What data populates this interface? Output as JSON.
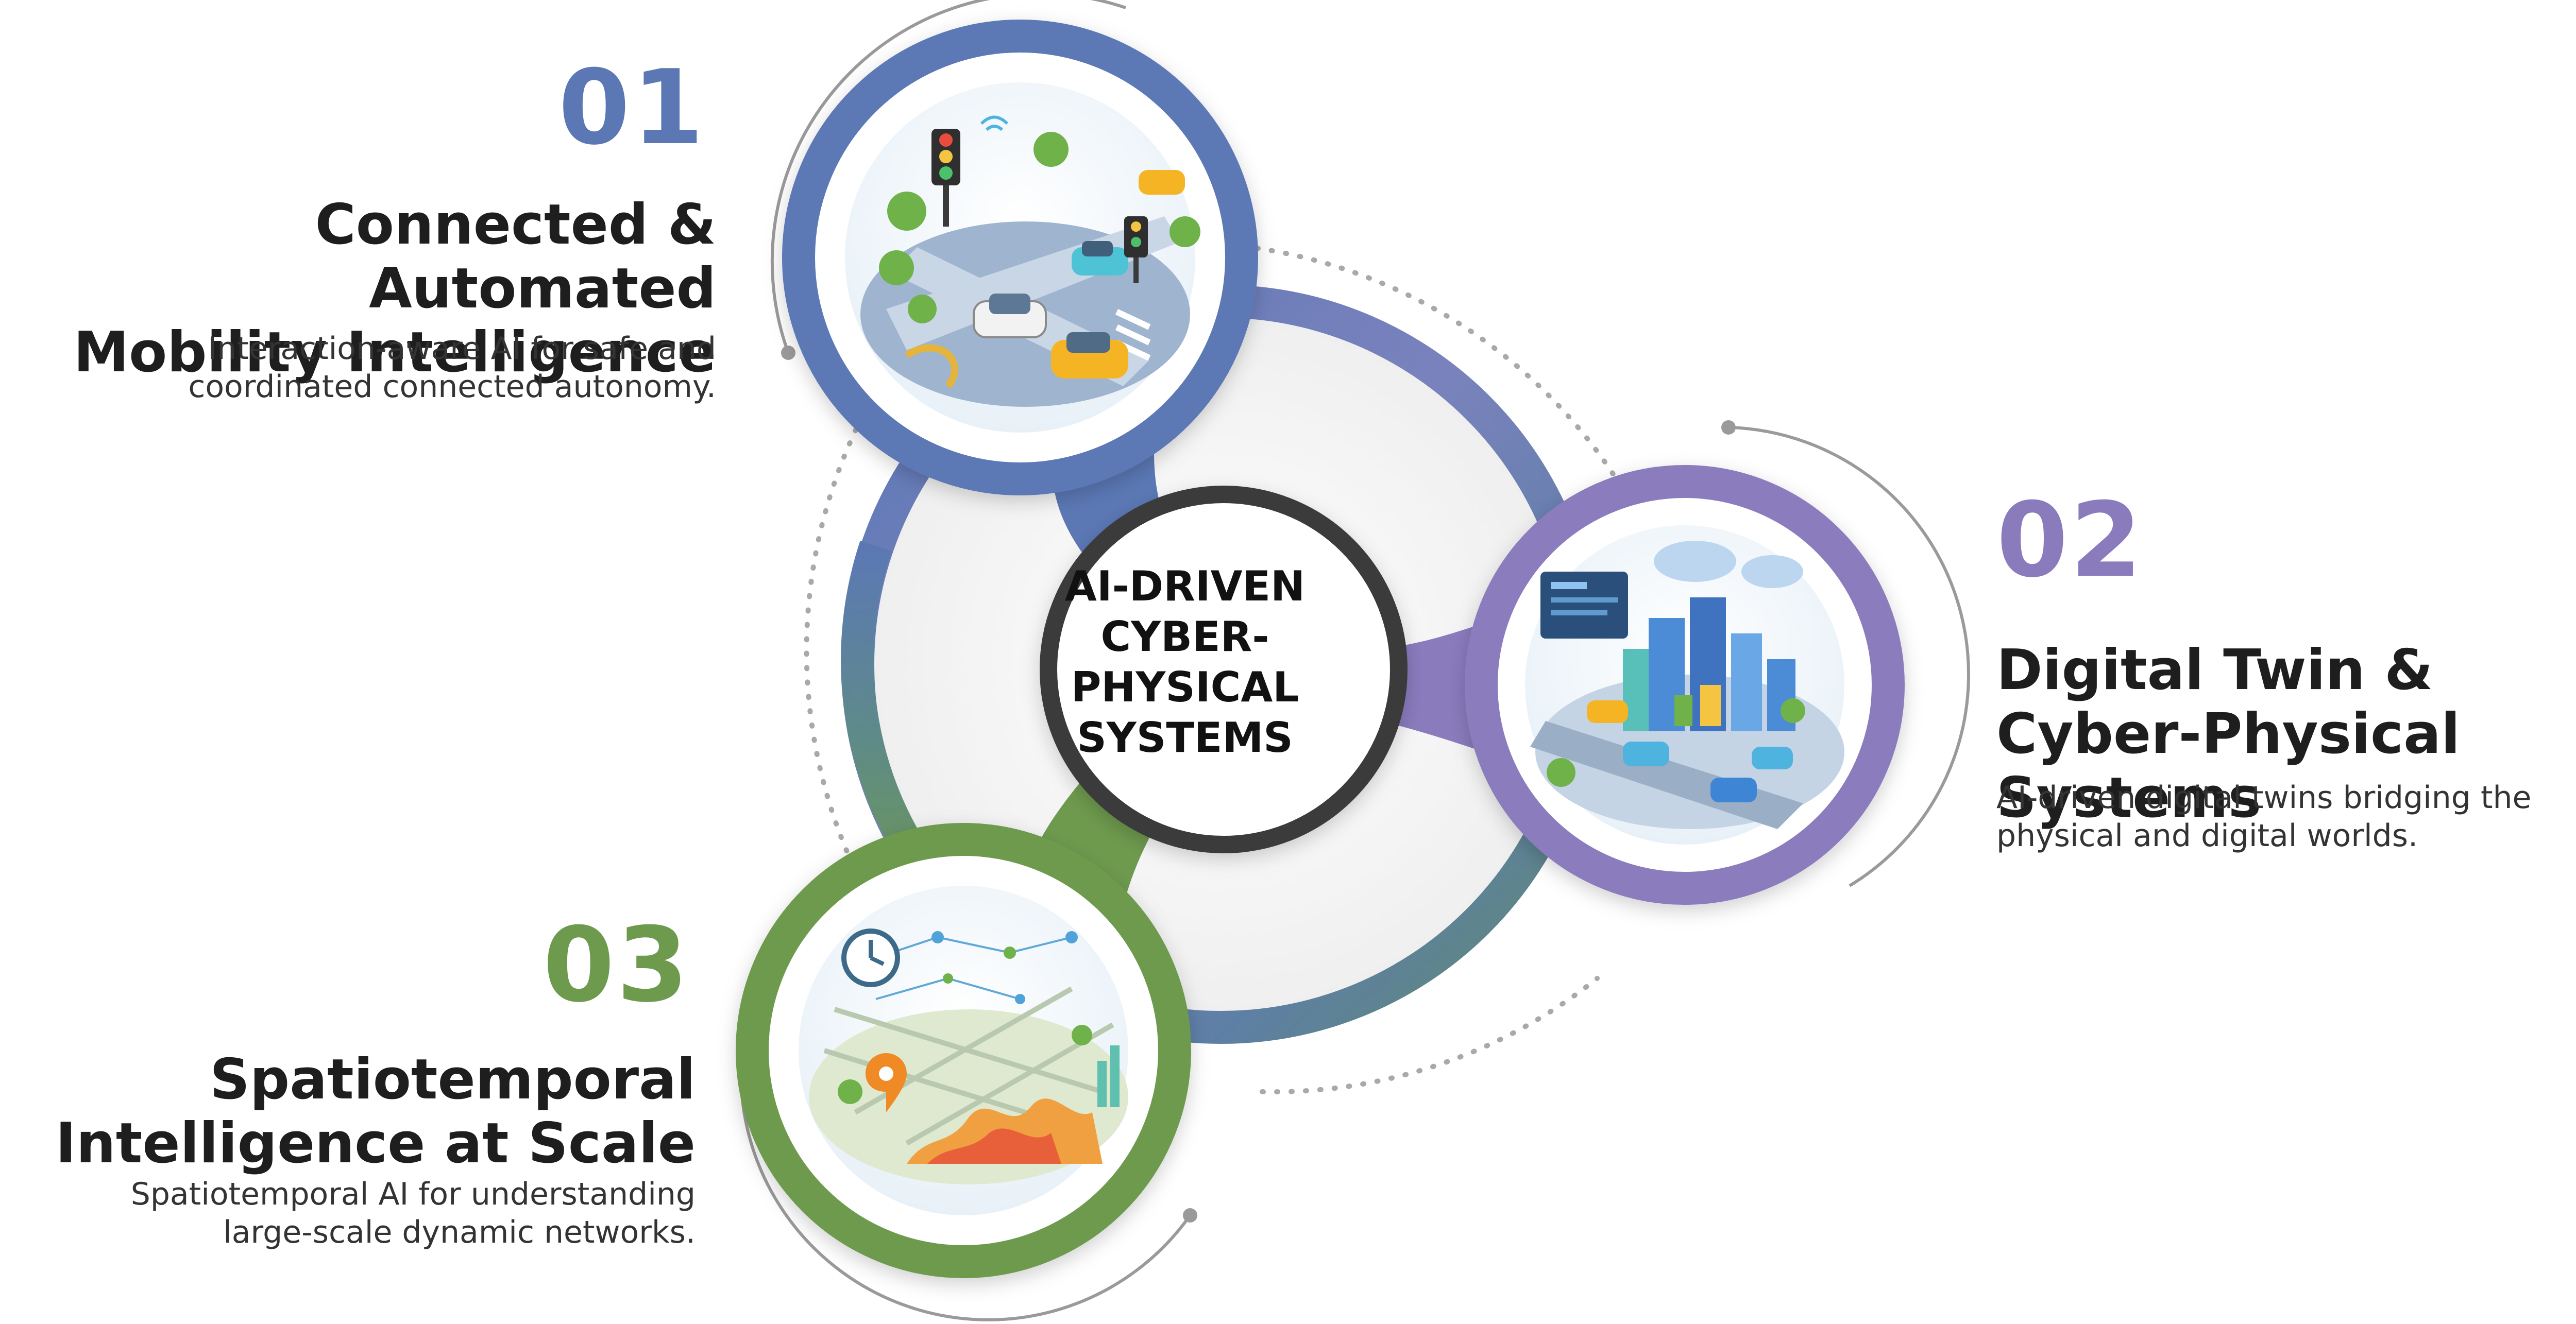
{
  "center": {
    "lines": [
      "AI-DRIVEN",
      "CYBER-",
      "PHYSICAL",
      "SYSTEMS"
    ]
  },
  "colors": {
    "blue": "#5b78b5",
    "purple": "#8a7bbd",
    "green": "#6e9a4e",
    "dark": "#3a3a3a",
    "teal": "#5e8a8a"
  },
  "items": [
    {
      "number": "01",
      "title_lines": [
        "Connected & Automated",
        "Mobility Intelligence"
      ],
      "desc_lines": [
        "Interaction-aware AI for safe and",
        "coordinated connected autonomy."
      ],
      "icon": "traffic-intersection-icon"
    },
    {
      "number": "02",
      "title_lines": [
        "Digital Twin &",
        "Cyber-Physical Systems"
      ],
      "desc_lines": [
        "AI-driven digital twins bridging the",
        "physical and digital worlds."
      ],
      "icon": "smart-city-icon"
    },
    {
      "number": "03",
      "title_lines": [
        "Spatiotemporal",
        "Intelligence at Scale"
      ],
      "desc_lines": [
        "Spatiotemporal AI for understanding",
        "large-scale dynamic networks."
      ],
      "icon": "spatiotemporal-map-icon"
    }
  ]
}
